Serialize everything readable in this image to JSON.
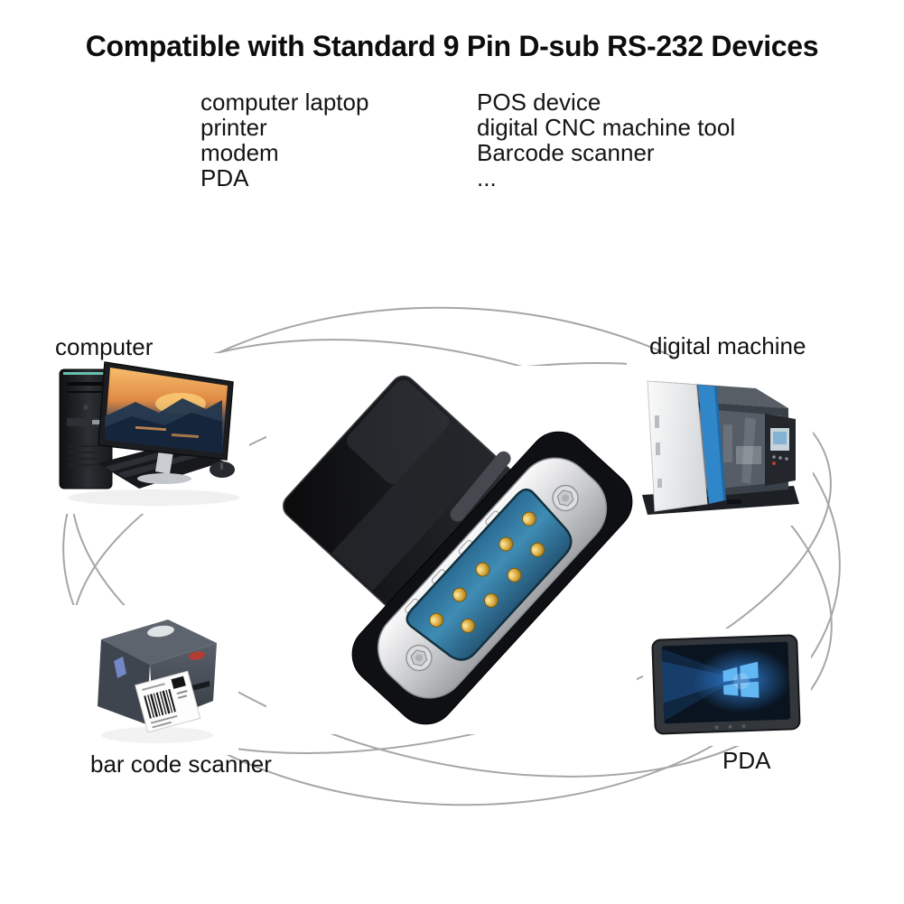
{
  "title": "Compatible with Standard 9 Pin D-sub RS-232 Devices",
  "compatible_devices": {
    "column_left": [
      "computer laptop",
      "printer",
      "modem",
      "PDA"
    ],
    "column_right": [
      "POS device",
      "digital CNC machine tool",
      "Barcode scanner",
      "..."
    ]
  },
  "diagram": {
    "nodes": [
      {
        "id": "computer",
        "label": "computer",
        "position": "top-left"
      },
      {
        "id": "digital-machine",
        "label": "digital machine",
        "position": "top-right"
      },
      {
        "id": "bar-code-scanner",
        "label": "bar code scanner",
        "position": "bottom-left"
      },
      {
        "id": "pda",
        "label": "PDA",
        "position": "bottom-right"
      }
    ],
    "line_color": "#a6a6a6"
  },
  "colors": {
    "text": "#111111",
    "connector_insert_blue": "#3a82a8",
    "pin_gold": "#d4a63c",
    "metal_flange": "#c9cacd",
    "machine_stripe_blue": "#2f86c9",
    "pda_screen_blue": "#2f7fd4"
  }
}
